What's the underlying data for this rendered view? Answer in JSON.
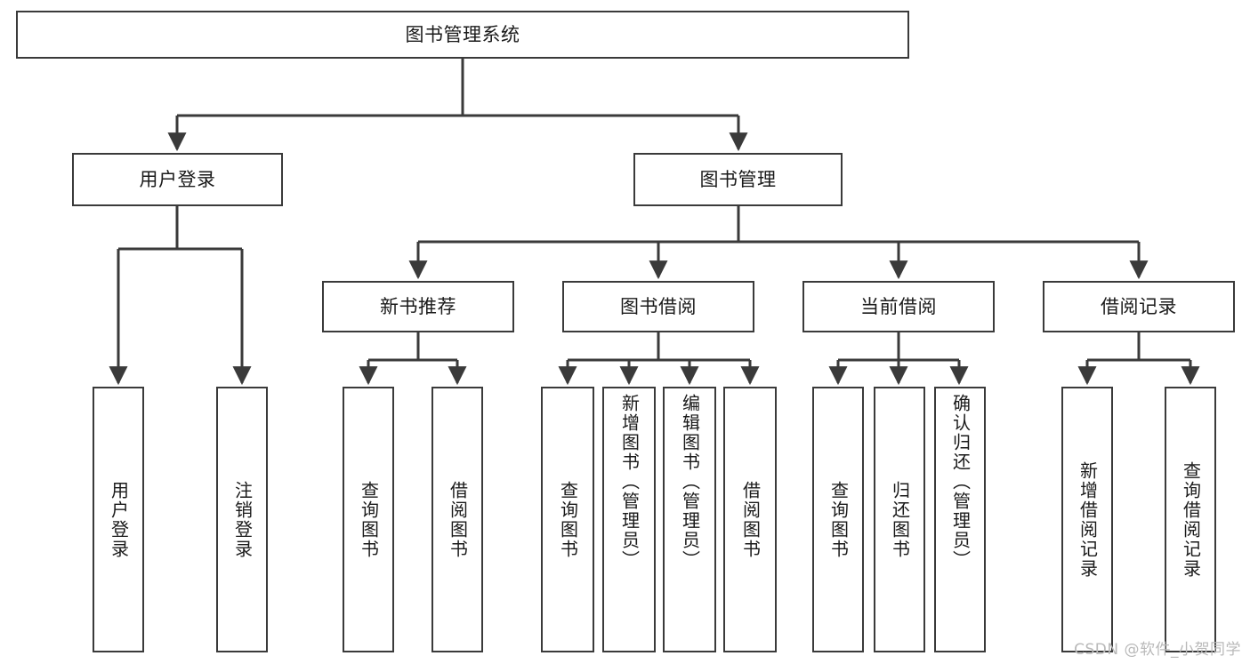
{
  "diagram": {
    "title": "图书管理系统",
    "type": "tree-structure-chart",
    "orientation": "top-down",
    "line_color": "#3a3a3a",
    "node_fill": "#ffffff",
    "text_color": "#1a1a1a"
  },
  "nodes": {
    "root": {
      "label": "图书管理系统"
    },
    "level2": [
      {
        "label": "用户登录"
      },
      {
        "label": "图书管理"
      }
    ],
    "level3": [
      {
        "label": "新书推荐"
      },
      {
        "label": "图书借阅"
      },
      {
        "label": "当前借阅"
      },
      {
        "label": "借阅记录"
      }
    ],
    "leaves": {
      "user_login": [
        {
          "label": "用户登录"
        },
        {
          "label": "注销登录"
        }
      ],
      "new_book": [
        {
          "label": "查询图书"
        },
        {
          "label": "借阅图书"
        }
      ],
      "book_borrow": [
        {
          "label": "查询图书"
        },
        {
          "label": "新增图书（管理员）"
        },
        {
          "label": "编辑图书（管理员）"
        },
        {
          "label": "借阅图书"
        }
      ],
      "current_borrow": [
        {
          "label": "查询图书"
        },
        {
          "label": "归还图书"
        },
        {
          "label": "确认归还（管理员）"
        }
      ],
      "borrow_record": [
        {
          "label": "新增借阅记录"
        },
        {
          "label": "查询借阅记录"
        }
      ]
    }
  },
  "watermark": {
    "text": "CSDN @软件_小贺同学"
  }
}
